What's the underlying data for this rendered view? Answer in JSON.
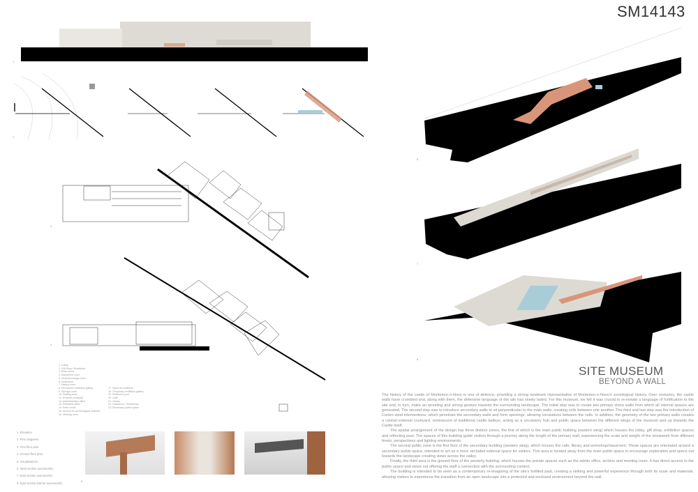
{
  "board_code": "SM14143",
  "title": "SITE MUSEUM",
  "subtitle": "BEYOND A WALL",
  "drawing_numbers": [
    "1",
    "2",
    "3",
    "4",
    "5",
    "6",
    "7",
    "8"
  ],
  "contents": [
    "1. Elevation",
    "2. Plan diagrams",
    "3. First floor plan",
    "4. Ground floor plan",
    "5. Visualisations",
    "6. West section axonometric",
    "7. East section axonometric",
    "8. East section interior axonometric"
  ],
  "legend_col1": [
    "1. Lobby",
    "2. Gift Shop / Bookstore",
    "3. Rest rooms",
    "4. Equipment room",
    "5. General storage room",
    "6. Auditorium",
    "7. History room",
    "8. Permanent exhibition gallery",
    "9. Storage room",
    "10. Seating area",
    "11. External courtyard",
    "12. Administration office",
    "13. Research office",
    "14. Rest rooms",
    "15. Archive for archeological material",
    "16. Meeting room"
  ],
  "legend_col2": [
    "17. Open air exhibition",
    "18. Temporary exhibition gallery",
    "19. Reflection pool",
    "20. Cafe",
    "21. Library",
    "22. Classroom / Workshops",
    "23. Secondary public space"
  ],
  "paragraphs": [
    "The history of the castle of Montemor-o-Novo is one of defence, providing a strong landmark representative of  Montemor-o-Novo's  sociological history. Over centuries, the castle walls have crumbled and, along with them, the defensive language of the site has slowly faded. For this museum, we felt it was crucial to re-instate a language of fortification to the site and, in turn, make an arresting and strong gesture towards the surrounding landscape. The initial step was to create two primary stone walls from which all internal spaces are generated. The second step was to introduce secondary walls to sit perpendicular to the main walls, creating cells between one another. The third and last step was the introduction of Corten steel interventions, which penetrate the secondary walls and form openings, allowing circulations between the cells.  In addition, the geometry of the two primary walls creates a central external courtyard, reminiscent of traditional castle baileys, acting as a circulatory hub and public space between the different wings of the museum and up towards the Castle itself.",
    "The spatial arrangement of the design has three distinct zones, the first of which is the main public building (eastern wing) which houses the lobby, gift shop, exhibition spaces and reflecting pool. The spaces of this building guide visitors through a journey along the length of the primary wall, experiencing the scale and weight of the stonework from different levels, perspectives and lighting environments.",
    "The second public zone is the first floor of the secondary building (western wing), which houses the cafe, library and workshop/classroom. These spaces are orientated around a secondary public space, intended to act as a more secluded external space for visitors. This area is located away from the main public space to encourage exploration and opens out towards the landscape creating views across the valley.",
    "Finally, the third area is the ground floor of the westerly building, which houses the private spaces such as the admin office, archive and meeting room. It has direct access to the public space and views out offering the staff a connection with the surrounding context.",
    "The building is intended to be seen as a contemporary re-imagining of the site's fortified past, creating a striking and powerful experience through both its scale and materials, allowing visitors to experience the transition from an open landscape into a protected and enclosed environment beyond the wall."
  ],
  "colors": {
    "corten": "#d9957a",
    "water": "#a9cdd8",
    "stone": "#dcdad3",
    "ink": "#000000"
  }
}
